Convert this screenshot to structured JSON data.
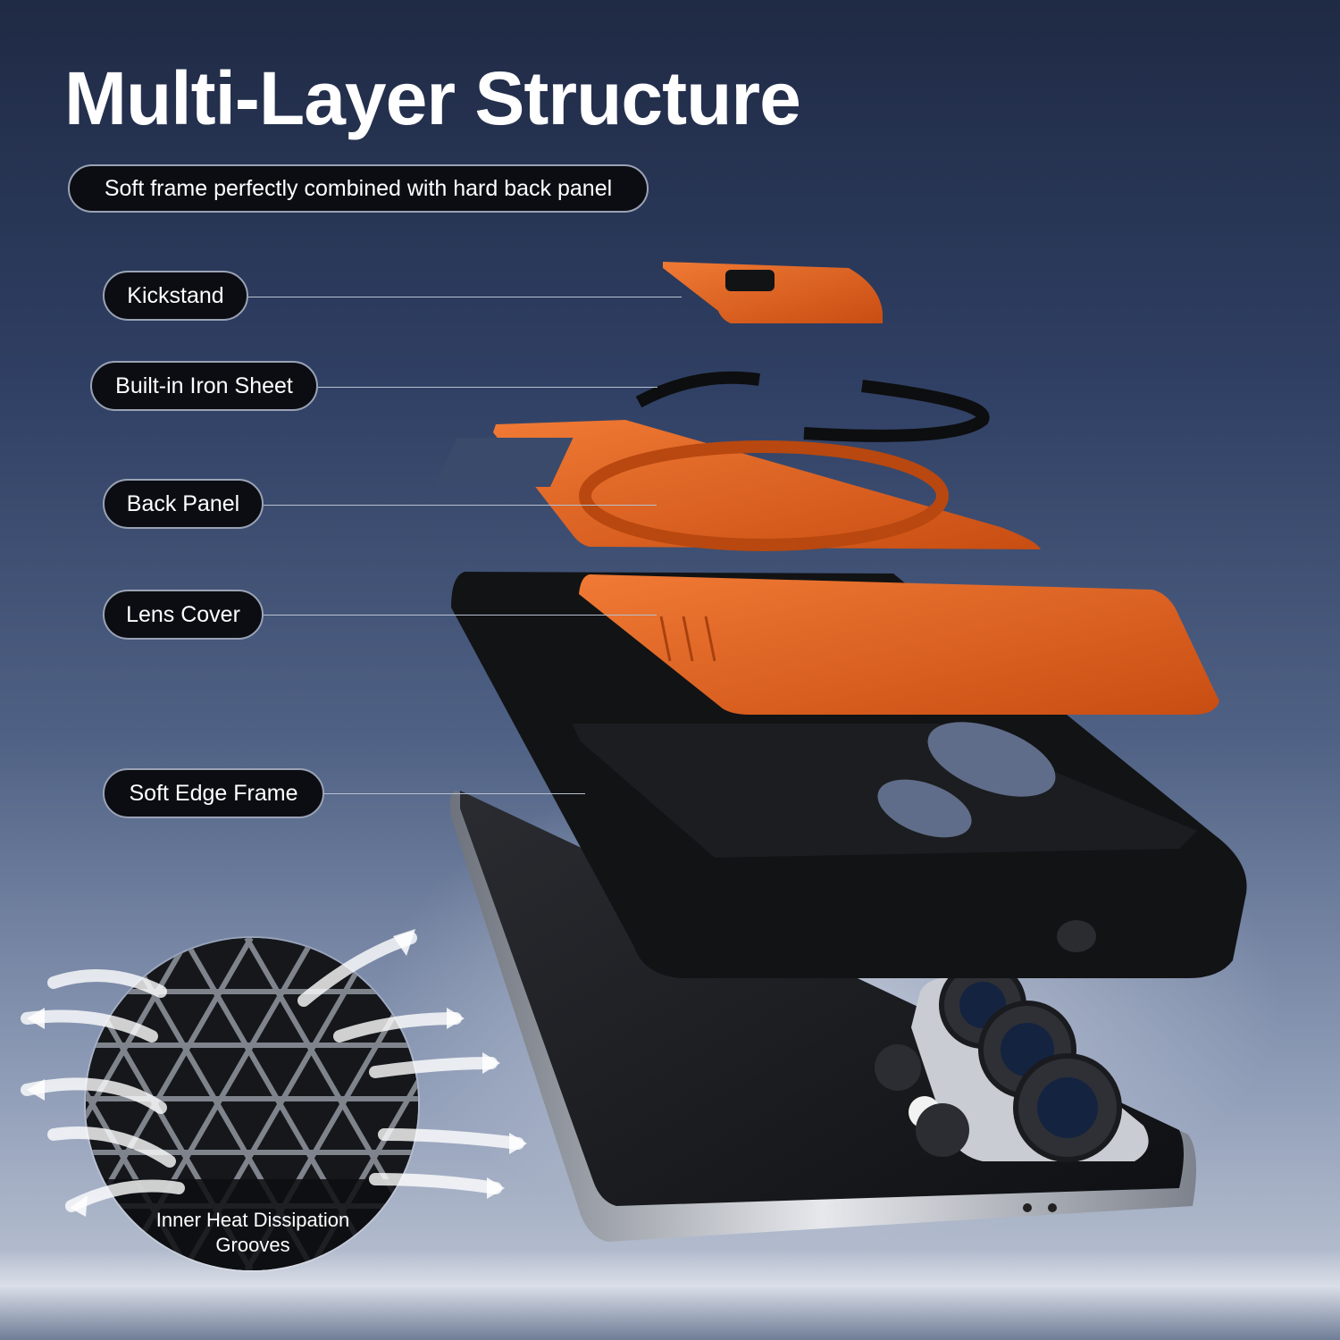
{
  "header": {
    "title": "Multi-Layer Structure",
    "subtitle": "Soft frame perfectly combined with hard back panel"
  },
  "callouts": [
    {
      "label": "Kickstand"
    },
    {
      "label": "Built-in Iron Sheet"
    },
    {
      "label": "Back Panel"
    },
    {
      "label": "Lens Cover"
    },
    {
      "label": "Soft Edge Frame"
    }
  ],
  "inset": {
    "caption_line1": "Inner Heat Dissipation",
    "caption_line2": "Grooves"
  },
  "colors": {
    "accent_orange": "#e2601f",
    "frame_black": "#111214",
    "label_background": "#0b0d12"
  }
}
